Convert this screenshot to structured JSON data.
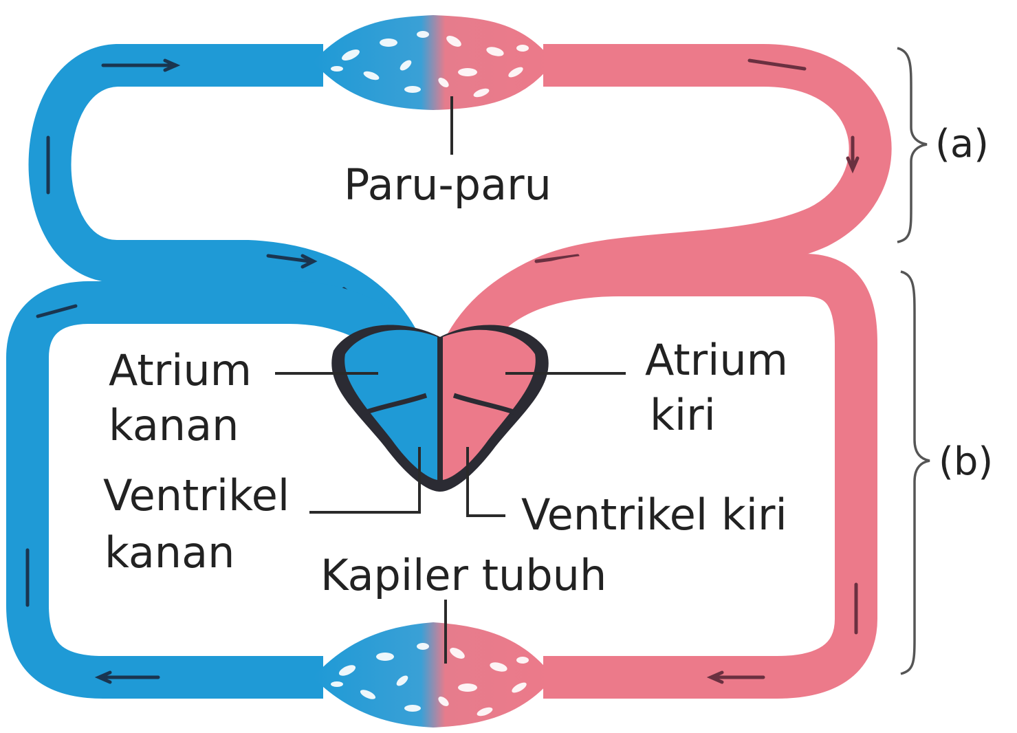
{
  "labels": {
    "lungs": "Paru-paru",
    "right_atrium": [
      "Atrium",
      "kanan"
    ],
    "left_atrium": [
      "Atrium",
      "kiri"
    ],
    "right_ventricle": [
      "Ventrikel",
      "kanan"
    ],
    "left_ventricle": "Ventrikel  kiri",
    "body_capillaries": "Kapiler  tubuh",
    "circuit_a": "(a)",
    "circuit_b": "(b)"
  },
  "colors": {
    "deoxygenated": "#1f9ad6",
    "oxygenated": "#ec7a8a",
    "heart_outline": "#2b2b33",
    "text": "#222222"
  }
}
